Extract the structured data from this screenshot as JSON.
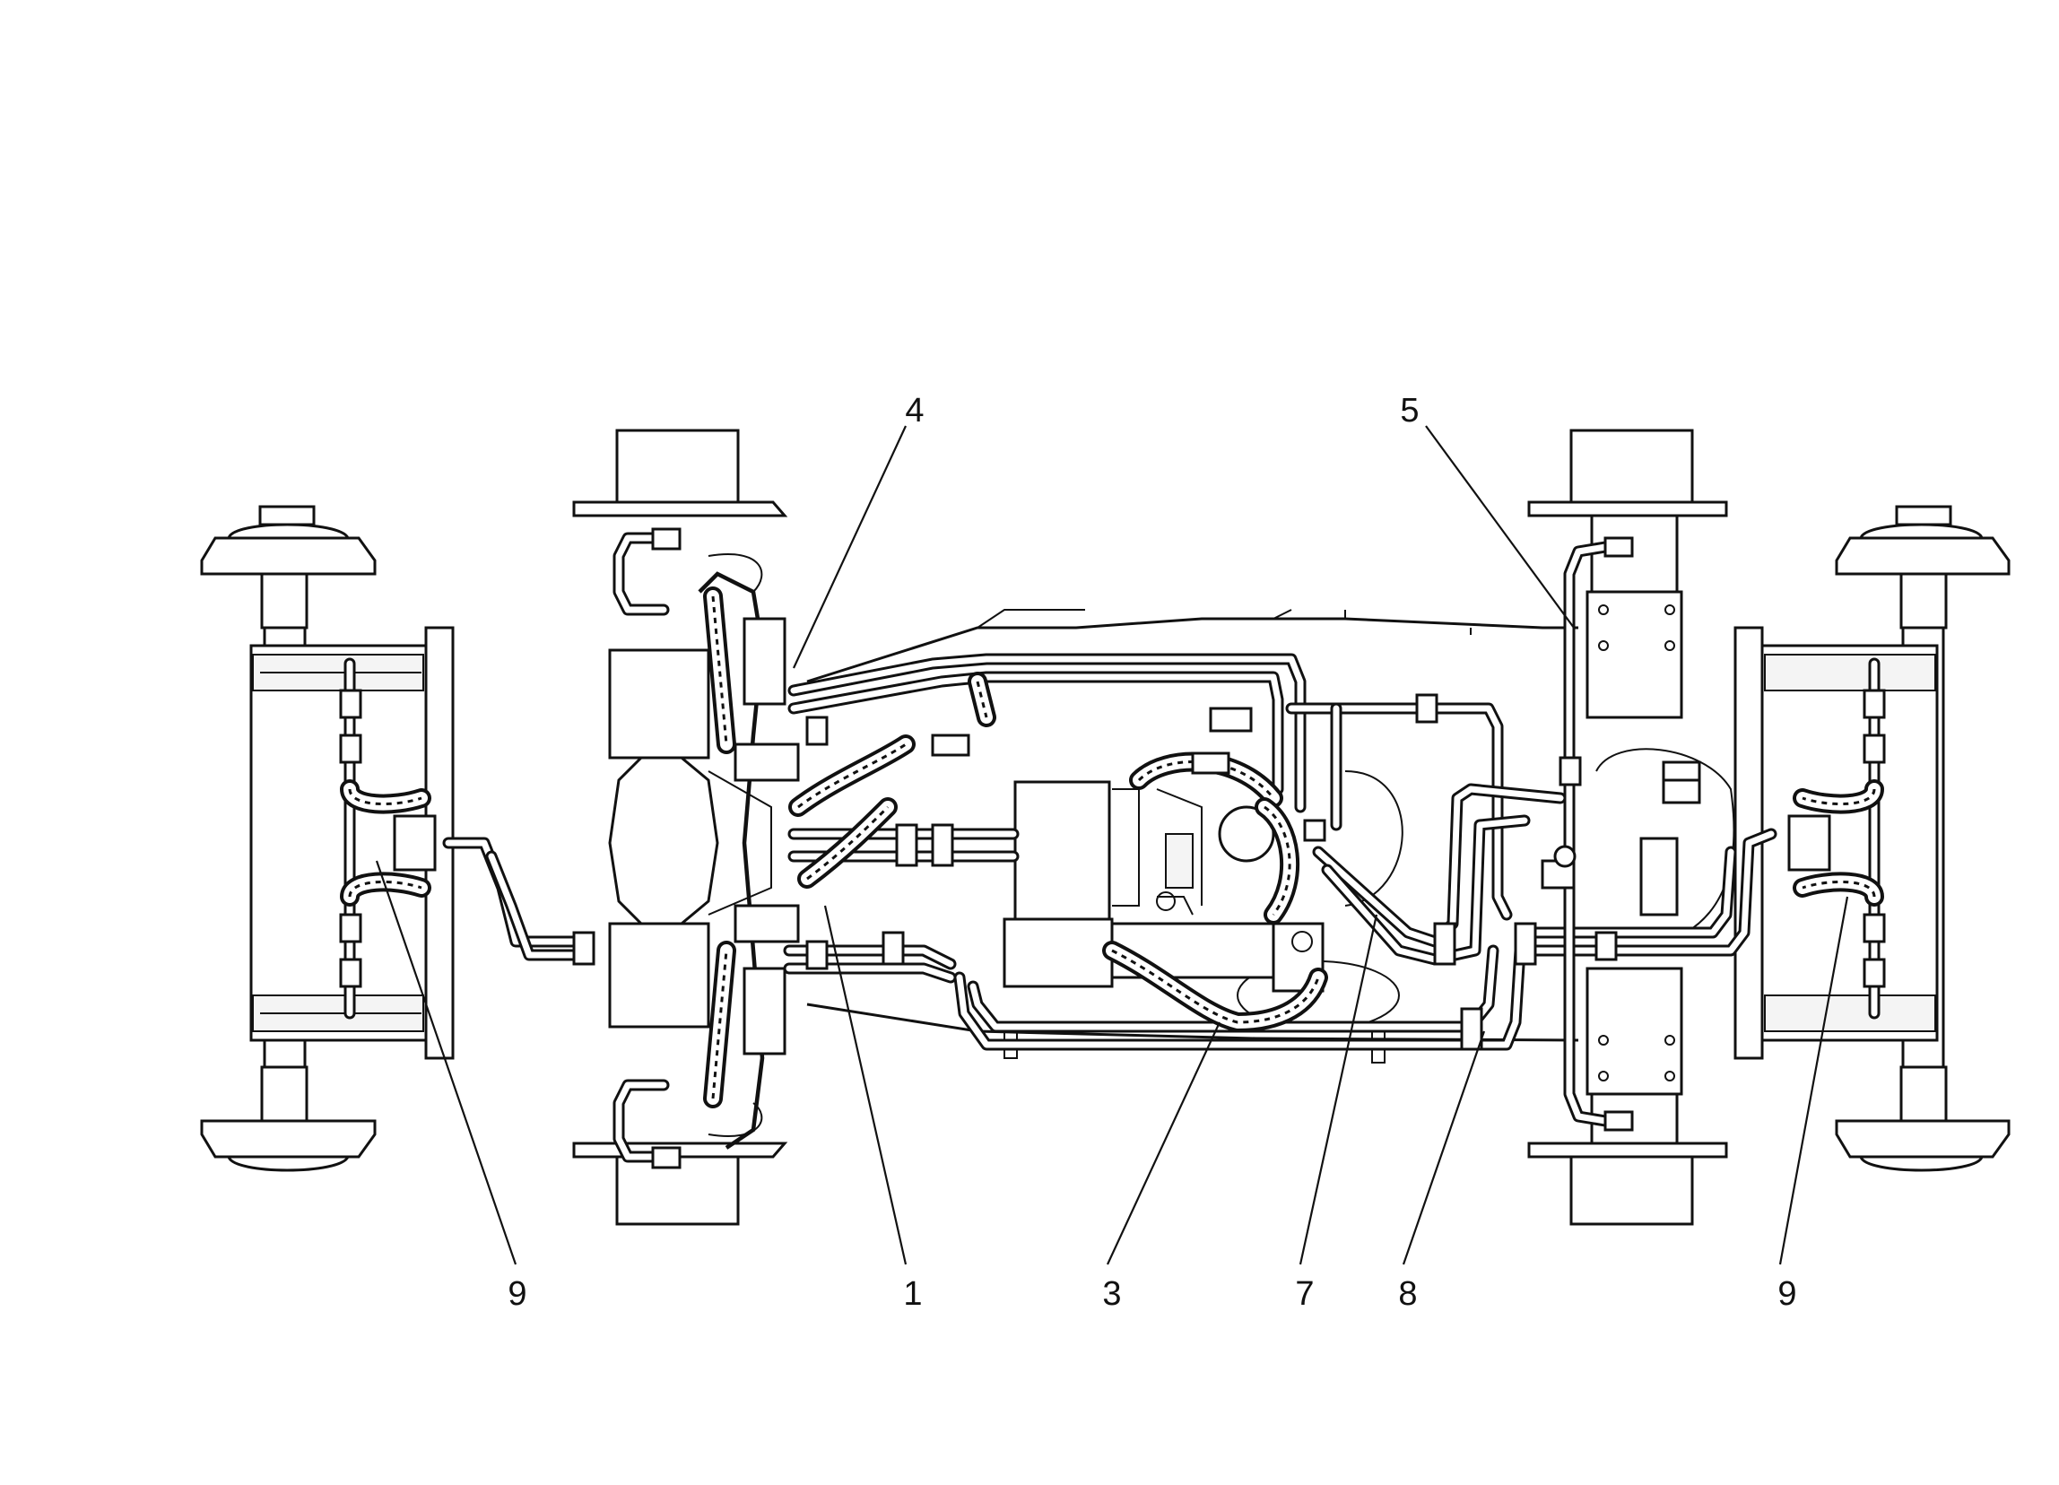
{
  "callouts": [
    {
      "id": "c4",
      "text": "4"
    },
    {
      "id": "c5",
      "text": "5"
    },
    {
      "id": "c9l",
      "text": "9"
    },
    {
      "id": "c1",
      "text": "1"
    },
    {
      "id": "c3",
      "text": "3"
    },
    {
      "id": "c7",
      "text": "7"
    },
    {
      "id": "c8",
      "text": "8"
    },
    {
      "id": "c9r",
      "text": "9"
    }
  ],
  "colors": {
    "line": "#111111",
    "background": "#ffffff"
  }
}
